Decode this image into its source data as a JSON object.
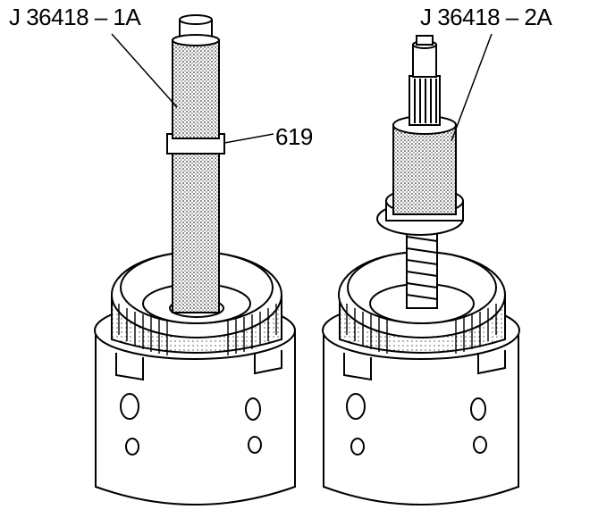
{
  "callouts": {
    "tool_left": "J 36418 – 1A",
    "tool_right": "J 36418 – 2A",
    "part_number": "619"
  },
  "colors": {
    "line": "#000000",
    "background": "#ffffff",
    "shade": "#bdbdbd"
  }
}
